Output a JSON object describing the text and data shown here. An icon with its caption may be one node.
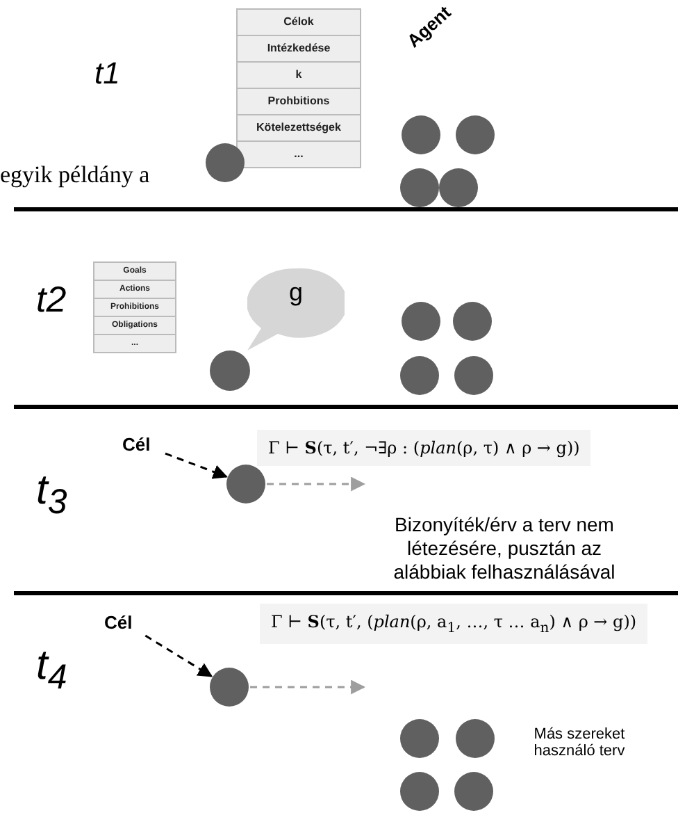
{
  "diagram": {
    "nodes": [
      {
        "text": [
          "Célok",
          "Intézkedése",
          "k",
          "Prohbitions",
          "Kötelezettségek",
          "..."
        ]
      },
      {
        "text": [],
        "shape": "circle"
      },
      {
        "text": [],
        "shape": "circle"
      },
      {
        "text": [],
        "shape": "circle"
      },
      {
        "text": [],
        "shape": "circle"
      },
      {
        "text": [],
        "shape": "circle"
      },
      {
        "text": [
          "Goals",
          "Actions",
          "Prohibitions",
          "Obligations",
          "..."
        ]
      },
      {
        "text": [
          "g"
        ]
      },
      {
        "text": [],
        "shape": "circle"
      },
      {
        "text": [],
        "shape": "circle"
      },
      {
        "text": [],
        "shape": "circle"
      },
      {
        "text": [],
        "shape": "circle"
      },
      {
        "text": [],
        "shape": "circle"
      },
      {
        "text": [
          "Cél"
        ]
      },
      {
        "text": [],
        "shape": "circle"
      },
      {
        "text": [
          "Bizonyíték/érv a terv nem létezésére, pusztán az alábbiak felhasználásával"
        ]
      },
      {
        "text": [
          "Cél"
        ]
      },
      {
        "text": [],
        "shape": "circle"
      },
      {
        "text": [],
        "shape": "circle"
      },
      {
        "text": [],
        "shape": "circle"
      },
      {
        "text": [],
        "shape": "circle"
      },
      {
        "text": [],
        "shape": "circle"
      }
    ],
    "edges": [
      {
        "from": 13,
        "to": 14,
        "arrow": "to",
        "style": "dashed"
      },
      {
        "from": 14,
        "to": 15,
        "arrow": "to",
        "style": "dashed",
        "color": "#9e9e9e"
      },
      {
        "from": 16,
        "to": 17,
        "arrow": "to",
        "style": "dashed"
      },
      {
        "from": 17,
        "to": null,
        "arrow": "to",
        "style": "dashed",
        "color": "#9e9e9e"
      }
    ],
    "labels": [
      "Agent",
      "t1",
      "egyik példány a",
      "t2",
      "Γ ⊢ **S**(τ, t′, ¬∃ρ : (*plan*(ρ, τ) ∧ ρ → g))",
      "t$_{3}$",
      "Γ ⊢ **S**(τ, t′, (*plan*(ρ, a$_{1}$, …, τ … a$_{n}$) ∧ ρ → g))",
      "t$_{4}$",
      "Más szereket használó terv"
    ]
  }
}
